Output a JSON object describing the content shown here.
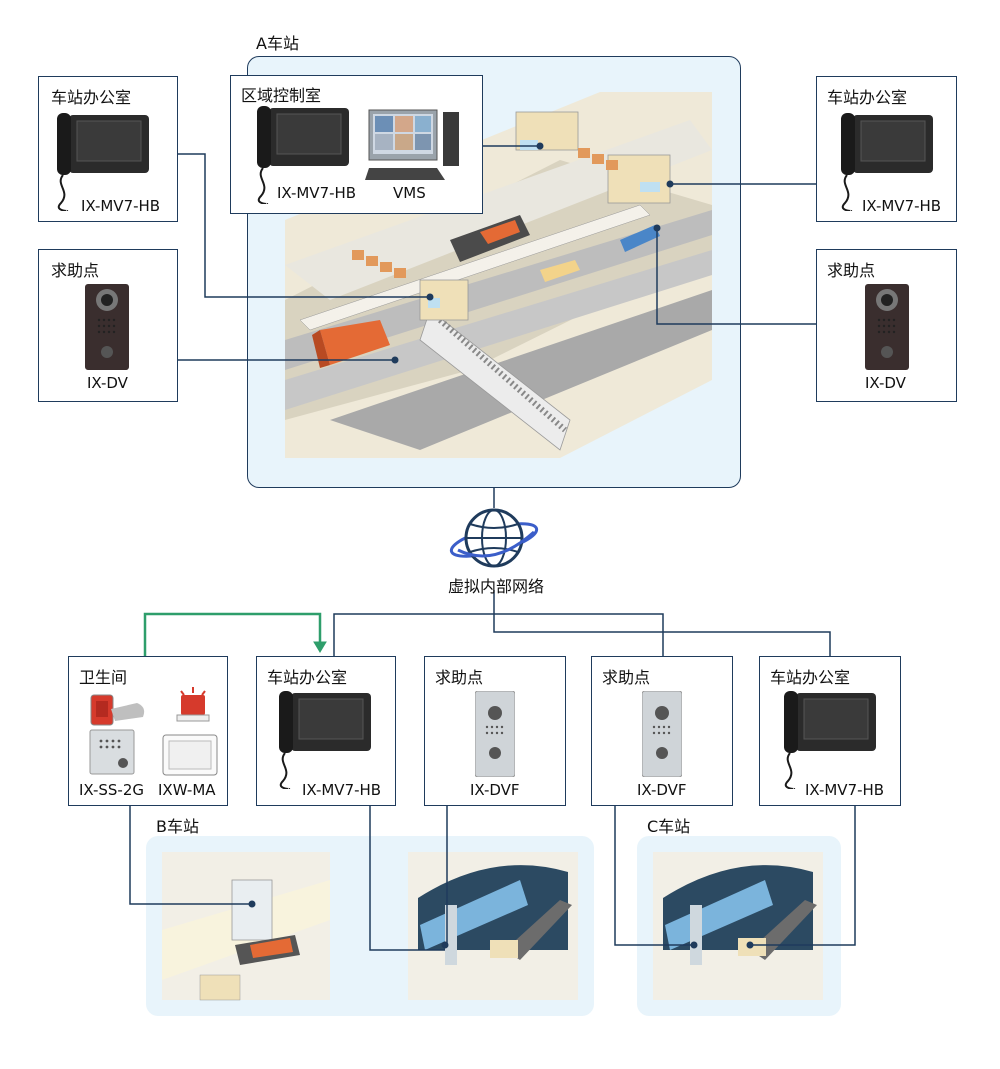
{
  "station_a": {
    "label": "A车站"
  },
  "station_b": {
    "label": "B车站"
  },
  "station_c": {
    "label": "C车站"
  },
  "network": {
    "label": "虚拟内部网络"
  },
  "a_control_room": {
    "title": "区域控制室",
    "monitor_model": "IX-MV7-HB",
    "vms_label": "VMS"
  },
  "a_office_left": {
    "title": "车站办公室",
    "model": "IX-MV7-HB"
  },
  "a_help_left": {
    "title": "求助点",
    "model": "IX-DV"
  },
  "a_office_right": {
    "title": "车站办公室",
    "model": "IX-MV7-HB"
  },
  "a_help_right": {
    "title": "求助点",
    "model": "IX-DV"
  },
  "b_restroom": {
    "title": "卫生间",
    "model_station": "IX-SS-2G",
    "model_adapter": "IXW-MA"
  },
  "b_office": {
    "title": "车站办公室",
    "model": "IX-MV7-HB"
  },
  "b_help": {
    "title": "求助点",
    "model": "IX-DVF"
  },
  "c_help": {
    "title": "求助点",
    "model": "IX-DVF"
  },
  "c_office": {
    "title": "车站办公室",
    "model": "IX-MV7-HB"
  },
  "colors": {
    "line": "#1f3b5c",
    "alert": "#2e9e6b",
    "panel": "#e8f4fb",
    "panel_border": "#1f3b5c"
  }
}
